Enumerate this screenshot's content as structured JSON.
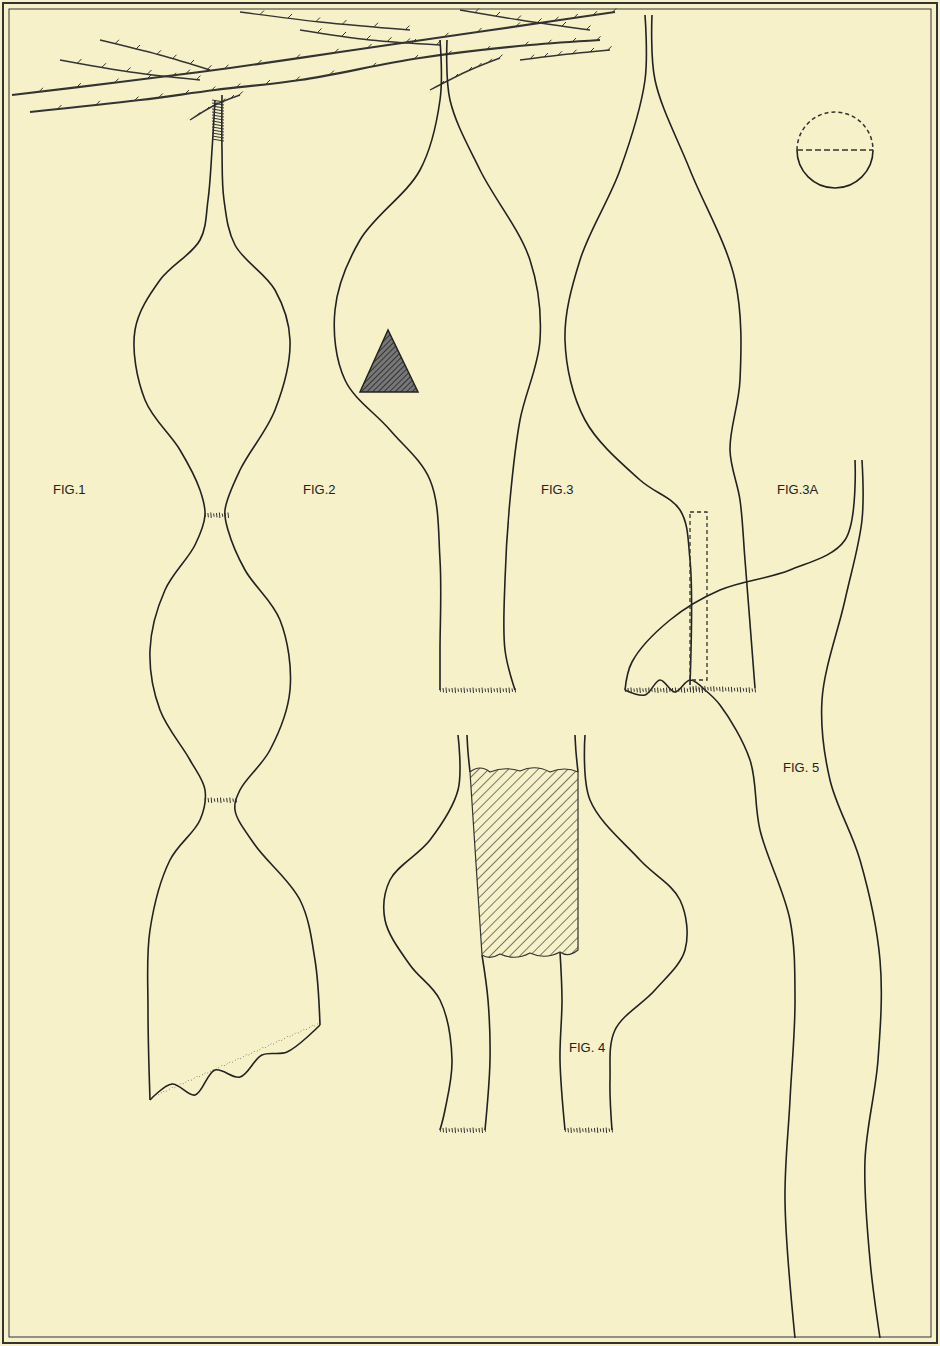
{
  "diagram": {
    "labels": [
      "FIG.1",
      "FIG.2",
      "FIG.3",
      "FIG.3A",
      "FIG. 4",
      "FIG. 5"
    ]
  }
}
